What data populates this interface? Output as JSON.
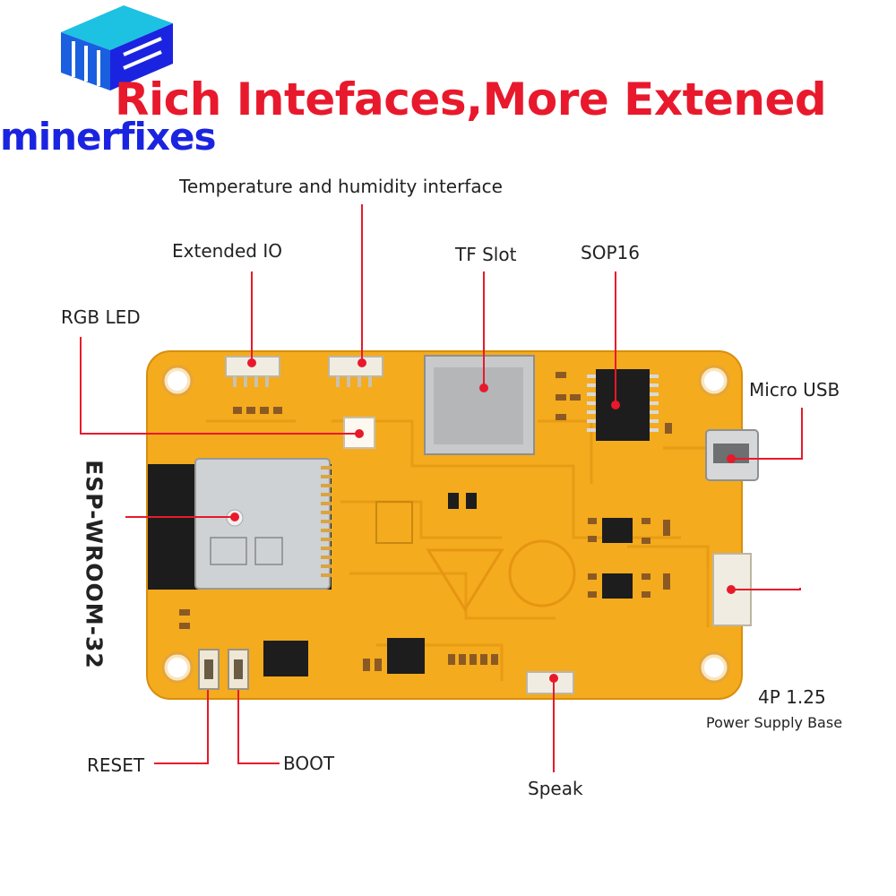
{
  "brand": {
    "name": "minerfixes",
    "colors": {
      "blue": "#1a24e0",
      "cyan": "#18b7d6"
    }
  },
  "title": "Rich Intefaces,More Extened",
  "colors": {
    "title": "#e8192c",
    "board": "#f4ab1e",
    "pointer": "#e8192c"
  },
  "callouts": {
    "temperature": "Temperature and humidity interface",
    "extended_io": "Extended IO",
    "tf_slot": "TF Slot",
    "sop16": "SOP16",
    "rgb_led": "RGB LED",
    "micro_usb": "Micro USB",
    "esp": "ESP-WROOM-32",
    "power_main": "4P 1.25",
    "power_sub": "Power Supply Base",
    "reset": "RESET",
    "boot": "BOOT",
    "speak": "Speak"
  }
}
